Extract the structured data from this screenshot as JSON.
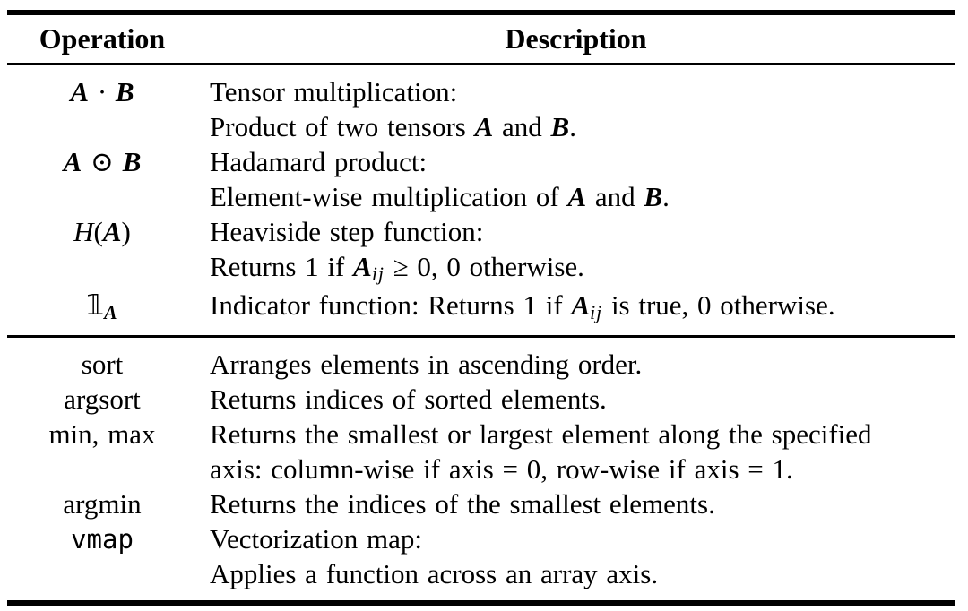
{
  "page": {
    "background": "#ffffff",
    "text_color": "#000000",
    "rule_color": "#000000"
  },
  "table": {
    "headers": {
      "operation": "Operation",
      "description": "Description"
    },
    "sections": [
      {
        "name": "math-operations",
        "rows": [
          {
            "op": [
              {
                "t": "A",
                "s": "bi"
              },
              {
                "t": " · ",
                "s": "r"
              },
              {
                "t": "B",
                "s": "bi"
              }
            ],
            "desc": [
              [
                {
                  "t": "Tensor multiplication:",
                  "s": "r"
                }
              ],
              [
                {
                  "t": "Product of two tensors ",
                  "s": "r"
                },
                {
                  "t": "A",
                  "s": "bi"
                },
                {
                  "t": " and ",
                  "s": "r"
                },
                {
                  "t": "B",
                  "s": "bi"
                },
                {
                  "t": ".",
                  "s": "r"
                }
              ]
            ]
          },
          {
            "op": [
              {
                "t": "A",
                "s": "bi"
              },
              {
                "t": " ⊙ ",
                "s": "r"
              },
              {
                "t": "B",
                "s": "bi"
              }
            ],
            "desc": [
              [
                {
                  "t": "Hadamard product:",
                  "s": "r"
                }
              ],
              [
                {
                  "t": "Element-wise multiplication of ",
                  "s": "r"
                },
                {
                  "t": "A",
                  "s": "bi"
                },
                {
                  "t": " and ",
                  "s": "r"
                },
                {
                  "t": "B",
                  "s": "bi"
                },
                {
                  "t": ".",
                  "s": "r"
                }
              ]
            ]
          },
          {
            "op": [
              {
                "t": "H",
                "s": "i"
              },
              {
                "t": "(",
                "s": "r"
              },
              {
                "t": "A",
                "s": "bi"
              },
              {
                "t": ")",
                "s": "r"
              }
            ],
            "desc": [
              [
                {
                  "t": "Heaviside step function:",
                  "s": "r"
                }
              ],
              [
                {
                  "t": "Returns 1 if ",
                  "s": "r"
                },
                {
                  "t": "A",
                  "s": "bi"
                },
                {
                  "t": "ij",
                  "s": "i sub"
                },
                {
                  "t": " ≥ 0, 0 otherwise.",
                  "s": "r"
                }
              ]
            ]
          },
          {
            "op": [
              {
                "t": "𝟙",
                "s": "bb"
              },
              {
                "t": "A",
                "s": "bi sub"
              }
            ],
            "desc": [
              [
                {
                  "t": "Indicator function: Returns 1 if ",
                  "s": "r"
                },
                {
                  "t": "A",
                  "s": "bi"
                },
                {
                  "t": "ij",
                  "s": "i sub"
                },
                {
                  "t": " is true, 0 otherwise.",
                  "s": "r"
                }
              ]
            ]
          }
        ]
      },
      {
        "name": "array-functions",
        "rows": [
          {
            "op": [
              {
                "t": "sort",
                "s": "r"
              }
            ],
            "desc": [
              [
                {
                  "t": "Arranges elements in ascending order.",
                  "s": "r"
                }
              ]
            ]
          },
          {
            "op": [
              {
                "t": "argsort",
                "s": "r"
              }
            ],
            "desc": [
              [
                {
                  "t": "Returns indices of sorted elements.",
                  "s": "r"
                }
              ]
            ]
          },
          {
            "op": [
              {
                "t": "min, max",
                "s": "r"
              }
            ],
            "desc": [
              [
                {
                  "t": "Returns the smallest or largest element along the specified",
                  "s": "r"
                }
              ],
              [
                {
                  "t": "axis: column-wise if axis = 0, row-wise if axis = 1.",
                  "s": "r"
                }
              ]
            ]
          },
          {
            "op": [
              {
                "t": "argmin",
                "s": "r"
              }
            ],
            "desc": [
              [
                {
                  "t": "Returns the indices of the smallest elements.",
                  "s": "r"
                }
              ]
            ]
          },
          {
            "op": [
              {
                "t": "vmap",
                "s": "tt"
              }
            ],
            "desc": [
              [
                {
                  "t": "Vectorization map:",
                  "s": "r"
                }
              ],
              [
                {
                  "t": "Applies a function across an array axis.",
                  "s": "r"
                }
              ]
            ]
          }
        ]
      }
    ]
  }
}
